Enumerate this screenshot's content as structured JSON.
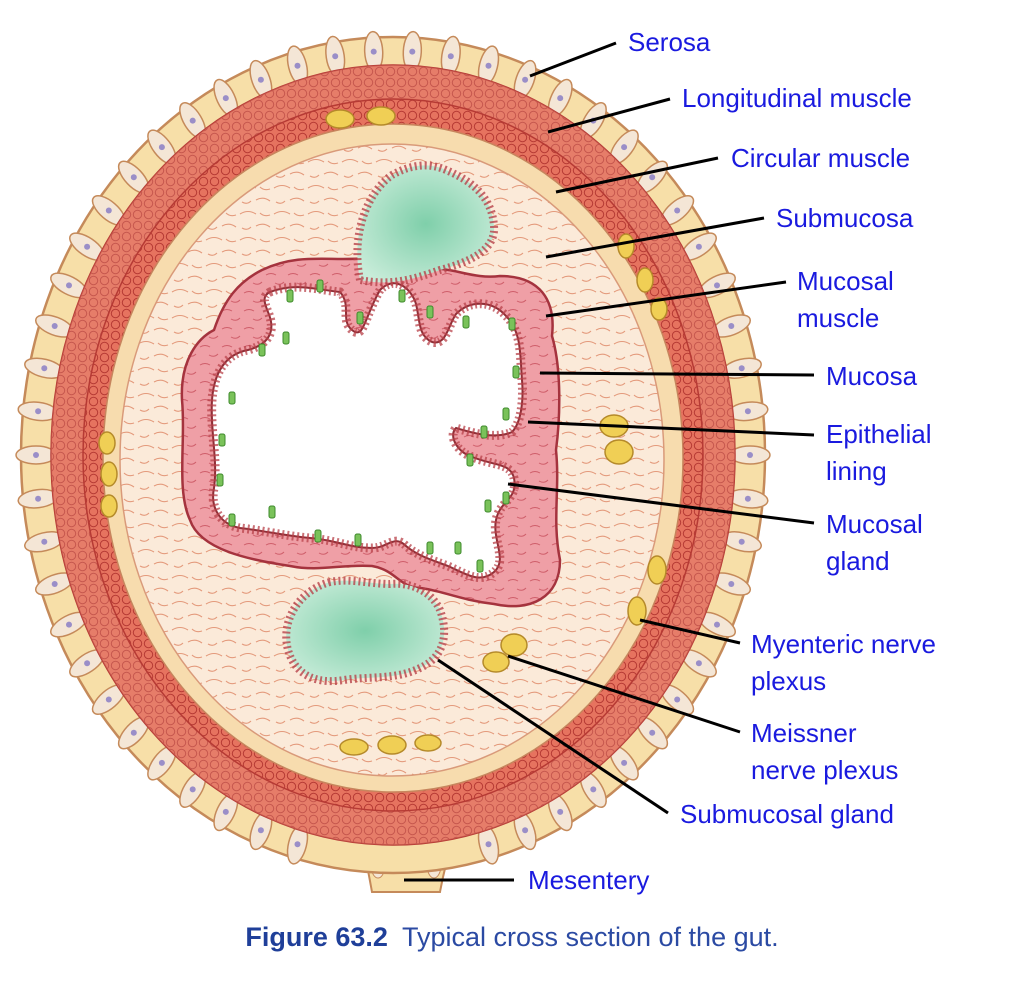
{
  "diagram": {
    "labels": {
      "serosa": "Serosa",
      "longitudinal_muscle": "Longitudinal muscle",
      "circular_muscle": "Circular muscle",
      "submucosa": "Submucosa",
      "mucosal_muscle": "Mucosal\nmuscle",
      "mucosa": "Mucosa",
      "epithelial_lining": "Epithelial\nlining",
      "mucosal_gland": "Mucosal\ngland",
      "myenteric_nerve_plexus": "Myenteric nerve\nplexus",
      "meissner_nerve_plexus": "Meissner\nnerve plexus",
      "submucosal_gland": "Submucosal gland",
      "mesentery": "Mesentery"
    },
    "colors": {
      "serosa": "#f7dfa8",
      "serosa_cell": "#f4e6d6",
      "longitudinal_muscle": "#e59a86",
      "circular_muscle": "#d4574e",
      "submucosa": "#fbead9",
      "mucosa": "#ef9fa6",
      "lumen": "#ffffff",
      "gland": "#9fd9be",
      "nerve": "#f0cf55",
      "label_text": "#1a1adf"
    }
  },
  "caption": {
    "number": "Figure 63.2",
    "text": "Typical cross section of the gut."
  }
}
